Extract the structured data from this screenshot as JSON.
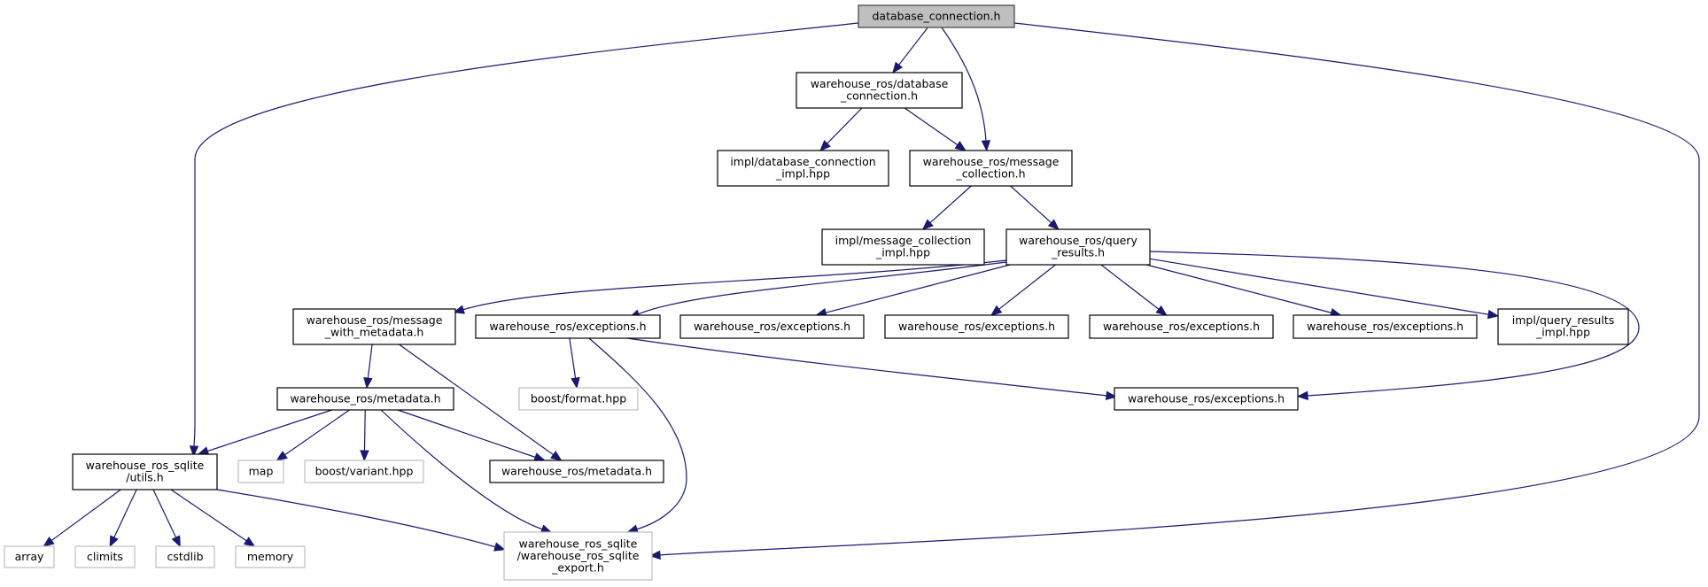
{
  "graph": {
    "title": "database_connection.h",
    "colors": {
      "edge": "#191970",
      "root_fill": "#bfbfbf",
      "local_border": "#000000",
      "external_border": "#bfbfbf"
    },
    "nodes": [
      {
        "id": "root",
        "kind": "root",
        "lines": [
          "database_connection.h"
        ]
      },
      {
        "id": "wr_dbconn",
        "kind": "local",
        "lines": [
          "warehouse_ros/database",
          "_connection.h"
        ]
      },
      {
        "id": "impl_dbconn",
        "kind": "local",
        "lines": [
          "impl/database_connection",
          "_impl.hpp"
        ]
      },
      {
        "id": "wr_msgcoll",
        "kind": "local",
        "lines": [
          "warehouse_ros/message",
          "_collection.h"
        ]
      },
      {
        "id": "impl_msgcoll",
        "kind": "local",
        "lines": [
          "impl/message_collection",
          "_impl.hpp"
        ]
      },
      {
        "id": "wr_query",
        "kind": "local",
        "lines": [
          "warehouse_ros/query",
          "_results.h"
        ]
      },
      {
        "id": "wr_msgmeta",
        "kind": "local",
        "lines": [
          "warehouse_ros/message",
          "_with_metadata.h"
        ]
      },
      {
        "id": "exc1",
        "kind": "local",
        "lines": [
          "warehouse_ros/exceptions.h"
        ]
      },
      {
        "id": "exc2",
        "kind": "local",
        "lines": [
          "warehouse_ros/exceptions.h"
        ]
      },
      {
        "id": "exc3",
        "kind": "local",
        "lines": [
          "warehouse_ros/exceptions.h"
        ]
      },
      {
        "id": "exc4",
        "kind": "local",
        "lines": [
          "warehouse_ros/exceptions.h"
        ]
      },
      {
        "id": "exc5",
        "kind": "local",
        "lines": [
          "warehouse_ros/exceptions.h"
        ]
      },
      {
        "id": "impl_query",
        "kind": "local",
        "lines": [
          "impl/query_results",
          "_impl.hpp"
        ]
      },
      {
        "id": "wr_meta1",
        "kind": "local",
        "lines": [
          "warehouse_ros/metadata.h"
        ]
      },
      {
        "id": "boost_format",
        "kind": "external",
        "lines": [
          "boost/format.hpp"
        ]
      },
      {
        "id": "exc6",
        "kind": "local",
        "lines": [
          "warehouse_ros/exceptions.h"
        ]
      },
      {
        "id": "utils",
        "kind": "local",
        "lines": [
          "warehouse_ros_sqlite",
          "/utils.h"
        ]
      },
      {
        "id": "map",
        "kind": "external",
        "lines": [
          "map"
        ]
      },
      {
        "id": "boost_variant",
        "kind": "external",
        "lines": [
          "boost/variant.hpp"
        ]
      },
      {
        "id": "wr_meta2",
        "kind": "local",
        "lines": [
          "warehouse_ros/metadata.h"
        ]
      },
      {
        "id": "array",
        "kind": "external",
        "lines": [
          "array"
        ]
      },
      {
        "id": "climits",
        "kind": "external",
        "lines": [
          "climits"
        ]
      },
      {
        "id": "cstdlib",
        "kind": "external",
        "lines": [
          "cstdlib"
        ]
      },
      {
        "id": "memory",
        "kind": "external",
        "lines": [
          "memory"
        ]
      },
      {
        "id": "export",
        "kind": "external",
        "lines": [
          "warehouse_ros_sqlite",
          "/warehouse_ros_sqlite",
          "_export.h"
        ]
      }
    ],
    "edges": [
      {
        "from": "root",
        "to": "wr_dbconn"
      },
      {
        "from": "root",
        "to": "wr_msgcoll"
      },
      {
        "from": "root",
        "to": "utils"
      },
      {
        "from": "root",
        "to": "export"
      },
      {
        "from": "wr_dbconn",
        "to": "impl_dbconn"
      },
      {
        "from": "wr_dbconn",
        "to": "wr_msgcoll"
      },
      {
        "from": "wr_msgcoll",
        "to": "impl_msgcoll"
      },
      {
        "from": "wr_msgcoll",
        "to": "wr_query"
      },
      {
        "from": "wr_query",
        "to": "wr_msgmeta"
      },
      {
        "from": "wr_query",
        "to": "exc1"
      },
      {
        "from": "wr_query",
        "to": "exc2"
      },
      {
        "from": "wr_query",
        "to": "exc3"
      },
      {
        "from": "wr_query",
        "to": "exc4"
      },
      {
        "from": "wr_query",
        "to": "exc5"
      },
      {
        "from": "wr_query",
        "to": "impl_query"
      },
      {
        "from": "wr_query",
        "to": "exc6"
      },
      {
        "from": "wr_msgmeta",
        "to": "wr_meta1"
      },
      {
        "from": "wr_msgmeta",
        "to": "wr_meta2"
      },
      {
        "from": "exc1",
        "to": "boost_format"
      },
      {
        "from": "exc1",
        "to": "exc6"
      },
      {
        "from": "exc1",
        "to": "export"
      },
      {
        "from": "wr_meta1",
        "to": "utils"
      },
      {
        "from": "wr_meta1",
        "to": "map"
      },
      {
        "from": "wr_meta1",
        "to": "boost_variant"
      },
      {
        "from": "wr_meta1",
        "to": "wr_meta2"
      },
      {
        "from": "wr_meta1",
        "to": "export"
      },
      {
        "from": "utils",
        "to": "array"
      },
      {
        "from": "utils",
        "to": "climits"
      },
      {
        "from": "utils",
        "to": "cstdlib"
      },
      {
        "from": "utils",
        "to": "memory"
      },
      {
        "from": "utils",
        "to": "export"
      }
    ]
  }
}
